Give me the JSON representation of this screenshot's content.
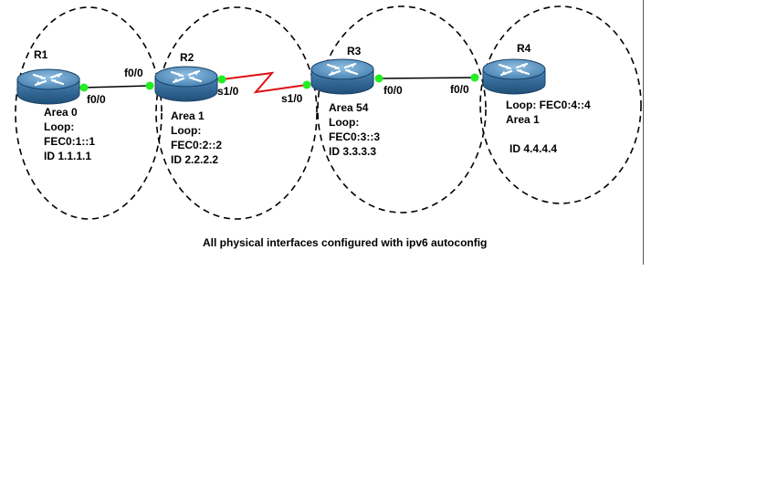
{
  "routers": [
    {
      "name": "R1",
      "info": [
        "Area 0",
        "Loop:",
        "FEC0:1::1",
        "ID 1.1.1.1"
      ]
    },
    {
      "name": "R2",
      "info": [
        "Area 1",
        "Loop:",
        "FEC0:2::2",
        "ID 2.2.2.2"
      ]
    },
    {
      "name": "R3",
      "info": [
        "Area 54",
        "Loop:",
        "FEC0:3::3",
        "ID 3.3.3.3"
      ]
    },
    {
      "name": "R4",
      "info": [
        "Loop: FEC0:4::4",
        "Area 1",
        "ID 4.4.4.4"
      ]
    }
  ],
  "links": [
    {
      "type": "ethernet",
      "a_label": "f0/0",
      "b_label": "f0/0"
    },
    {
      "type": "serial",
      "a_label": "s1/0",
      "b_label": "s1/0"
    },
    {
      "type": "ethernet",
      "a_label": "f0/0",
      "b_label": "f0/0"
    }
  ],
  "caption": "All physical interfaces configured with ipv6 autoconfig",
  "colors": {
    "router_body": "#2f6d9e",
    "router_top": "#5d97c4",
    "serial_link": "#dd1111",
    "ethernet_link": "#000000",
    "interface_dot": "#22ee22"
  }
}
